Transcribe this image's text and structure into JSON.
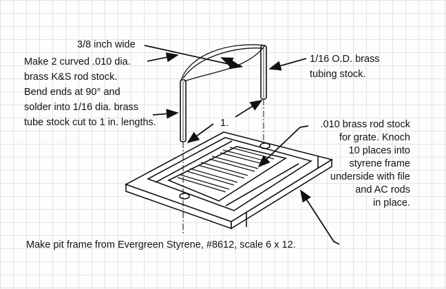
{
  "labels": {
    "width": "3/8 inch wide",
    "rod_lines": [
      "Make 2 curved .010 dia.",
      "brass K&S rod stock.",
      "Bend ends at 90° and",
      "solder into 1/16 dia. brass",
      "tube stock cut to 1 in. lengths."
    ],
    "tube_lines": [
      "1/16 O.D. brass",
      "tubing stock."
    ],
    "dimension": "1.",
    "grate_lines": [
      ".010 brass rod stock",
      "for grate. Knoch",
      "10 places into",
      "styrene frame",
      "underside with file",
      "and AC rods",
      "in place."
    ],
    "frame": "Make pit frame from Evergreen Styrene, #8612, scale 6 x 12."
  }
}
